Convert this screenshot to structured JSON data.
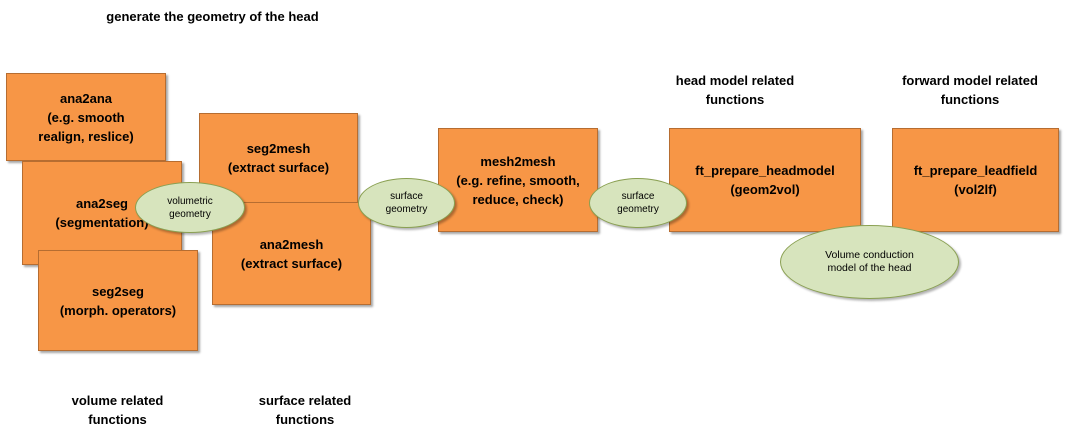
{
  "title": "generate the geometry of the head",
  "column_labels": {
    "head_model": "head model related\nfunctions",
    "forward_model": "forward model related\nfunctions",
    "volume": "volume related\nfunctions",
    "surface": "surface related\nfunctions"
  },
  "boxes": {
    "ana2ana": "ana2ana\n(e.g. smooth\nrealign, reslice)",
    "ana2seg": "ana2seg\n(segmentation)",
    "seg2seg": "seg2seg\n(morph. operators)",
    "seg2mesh": "seg2mesh\n(extract surface)",
    "ana2mesh": "ana2mesh\n(extract surface)",
    "mesh2mesh": "mesh2mesh\n(e.g. refine, smooth,\nreduce, check)",
    "ft_prepare_headmodel": "ft_prepare_headmodel\n(geom2vol)",
    "ft_prepare_leadfield": "ft_prepare_leadfield\n(vol2lf)"
  },
  "ellipses": {
    "volumetric_geometry": "volumetric\ngeometry",
    "surface_geometry_1": "surface\ngeometry",
    "surface_geometry_2": "surface\ngeometry",
    "volume_conduction": "Volume conduction\nmodel of the head"
  },
  "colors": {
    "box_fill": "#f79646",
    "ellipse_fill": "#d7e4bd"
  }
}
